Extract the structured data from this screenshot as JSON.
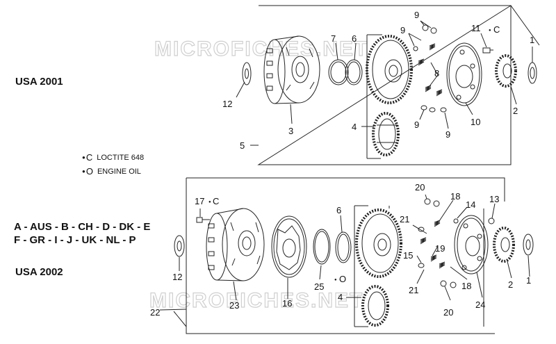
{
  "watermark": "MICROFICHES.NET",
  "variants": {
    "usa_2001": "USA 2001",
    "countries_line1": "A - AUS - B - CH - D - DK - E",
    "countries_line2": "F - GR - I - J - UK - NL - P",
    "usa_2002": "USA 2002"
  },
  "legend": [
    {
      "symbol": "C",
      "text": "LOCTITE 648",
      "icon": "drop-icon"
    },
    {
      "symbol": "O",
      "text": "ENGINE OIL",
      "icon": "drop-icon"
    }
  ],
  "callouts_top": {
    "p9a": "9",
    "p9b": "9",
    "p11": "11",
    "p11_sym": "C",
    "p1": "1",
    "p7": "7",
    "p6": "6",
    "p8": "8",
    "p12": "12",
    "p2": "2",
    "p3": "3",
    "p4": "4",
    "p5": "5",
    "p9c": "9",
    "p9d": "9",
    "p10": "10"
  },
  "callouts_bottom": {
    "p17": "17",
    "p17_sym": "C",
    "p20a": "20",
    "p18a": "18",
    "p14": "14",
    "p13": "13",
    "p6": "6",
    "p21a": "21",
    "p15": "15",
    "p19": "19",
    "p12": "12",
    "p25": "25",
    "p25_sym": "O",
    "p21b": "21",
    "p18b": "18",
    "p2": "2",
    "p1": "1",
    "p22": "22",
    "p23": "23",
    "p16": "16",
    "p4": "4",
    "p20b": "20",
    "p24": "24"
  }
}
